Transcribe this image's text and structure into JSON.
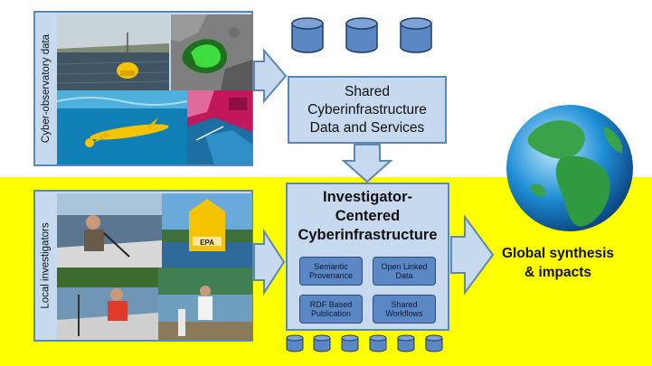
{
  "top_panel": {
    "label": "Cyber-observatory data"
  },
  "bottom_panel": {
    "label": "Local investigators"
  },
  "shared_box": {
    "text": "Shared\nCyberinfrastructure\nData and Services"
  },
  "investigator_box": {
    "title": "Investigator-\nCentered\nCyberinfrastructure",
    "items": [
      {
        "label": "Semantic\nProvenance"
      },
      {
        "label": "Open Linked\nData"
      },
      {
        "label": "RDF Based\nPublication"
      },
      {
        "label": "Shared\nWorkflows"
      }
    ]
  },
  "photos": {
    "buoy_sign": "EPA"
  },
  "output": {
    "text": "Global synthesis\n& impacts"
  },
  "colors": {
    "panel_fill": "#c6d9ef",
    "panel_border": "#5b87b8",
    "database_fill": "#5b87c4",
    "highlight_band": "#ffff00",
    "buoy_yellow": "#f4c400"
  }
}
